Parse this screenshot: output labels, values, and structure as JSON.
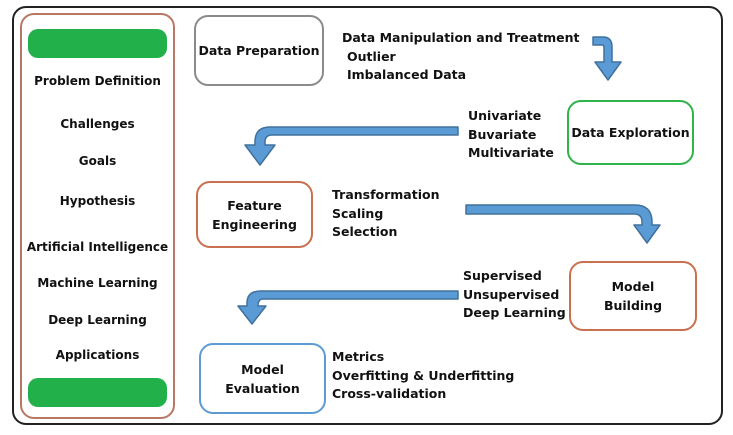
{
  "sidebar": {
    "items": [
      "Problem Definition",
      "Challenges",
      "Goals",
      "Hypothesis",
      "Artificial Intelligence",
      "Machine Learning",
      "Deep Learning",
      "Applications"
    ]
  },
  "stages": [
    {
      "label": "Data Preparation",
      "details": [
        "Data Manipulation and Treatment",
        "Outlier",
        "Imbalanced Data"
      ]
    },
    {
      "label": "Data Exploration",
      "details": [
        "Univariate",
        "Buvariate",
        "Multivariate"
      ]
    },
    {
      "label": "Feature\nEngineering",
      "details": [
        "Transformation",
        "Scaling",
        "Selection"
      ]
    },
    {
      "label": "Model\nBuilding",
      "details": [
        "Supervised",
        "Unsupervised",
        "Deep Learning"
      ]
    },
    {
      "label": "Model\nEvaluation",
      "details": [
        "Metrics",
        "Overfitting & Underfitting",
        "Cross-validation"
      ]
    }
  ],
  "colors": {
    "frame": "#222222",
    "sidebar_border": "#b97866",
    "pill": "#22b04a",
    "box_gray": "#8a8a8a",
    "box_green": "#2fb34a",
    "box_orange": "#c9714f",
    "box_blue": "#5d9bd5",
    "arrow_fill": "#5b9bd5",
    "arrow_stroke": "#41719c"
  }
}
